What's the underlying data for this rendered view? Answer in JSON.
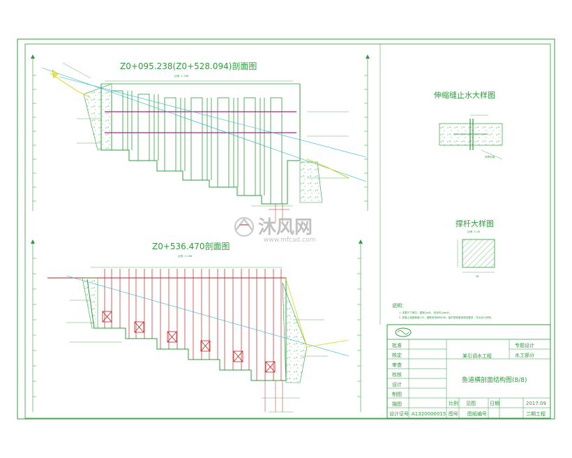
{
  "section1": {
    "title": "Z0+095.238(Z0+528.094)剖面图",
    "scale": "比例 1:200"
  },
  "section2": {
    "title": "Z0+536.470剖面图",
    "scale": "比例 1:200"
  },
  "detail1": {
    "title": "伸缩缝止水大样图",
    "note": "沥青杉板"
  },
  "detail2": {
    "title": "撑杆大样图",
    "scale": "比例 1:20",
    "dim": "30"
  },
  "notes": {
    "label": "说明：",
    "line1": "1.本图尺寸单位：高程以m计，其余均以mm计。",
    "line2": "2.混凝土强度等级C25，钢筋采用HRB400，保护层厚度按规范要求，详见设计说明。"
  },
  "titleblock": {
    "rows": [
      "批准",
      "核定",
      "审查",
      "校核",
      "设计",
      "制图",
      "描图"
    ],
    "project": "某引调水工程",
    "stage": "专题设计",
    "dept": "水工部分",
    "drawing_title": "鱼道横剖面结构图(8/8)",
    "scale_label": "比例",
    "scale_value": "见图",
    "date_label": "日期",
    "date_value": "2017.09",
    "reg_label": "设计证号",
    "reg_value": "A1320000015",
    "sheet_label": "图号",
    "sheet_value": "图纸编号",
    "version": "二期工程"
  },
  "watermark": {
    "cn": "沐风网",
    "en": "www.mfcad.com"
  }
}
